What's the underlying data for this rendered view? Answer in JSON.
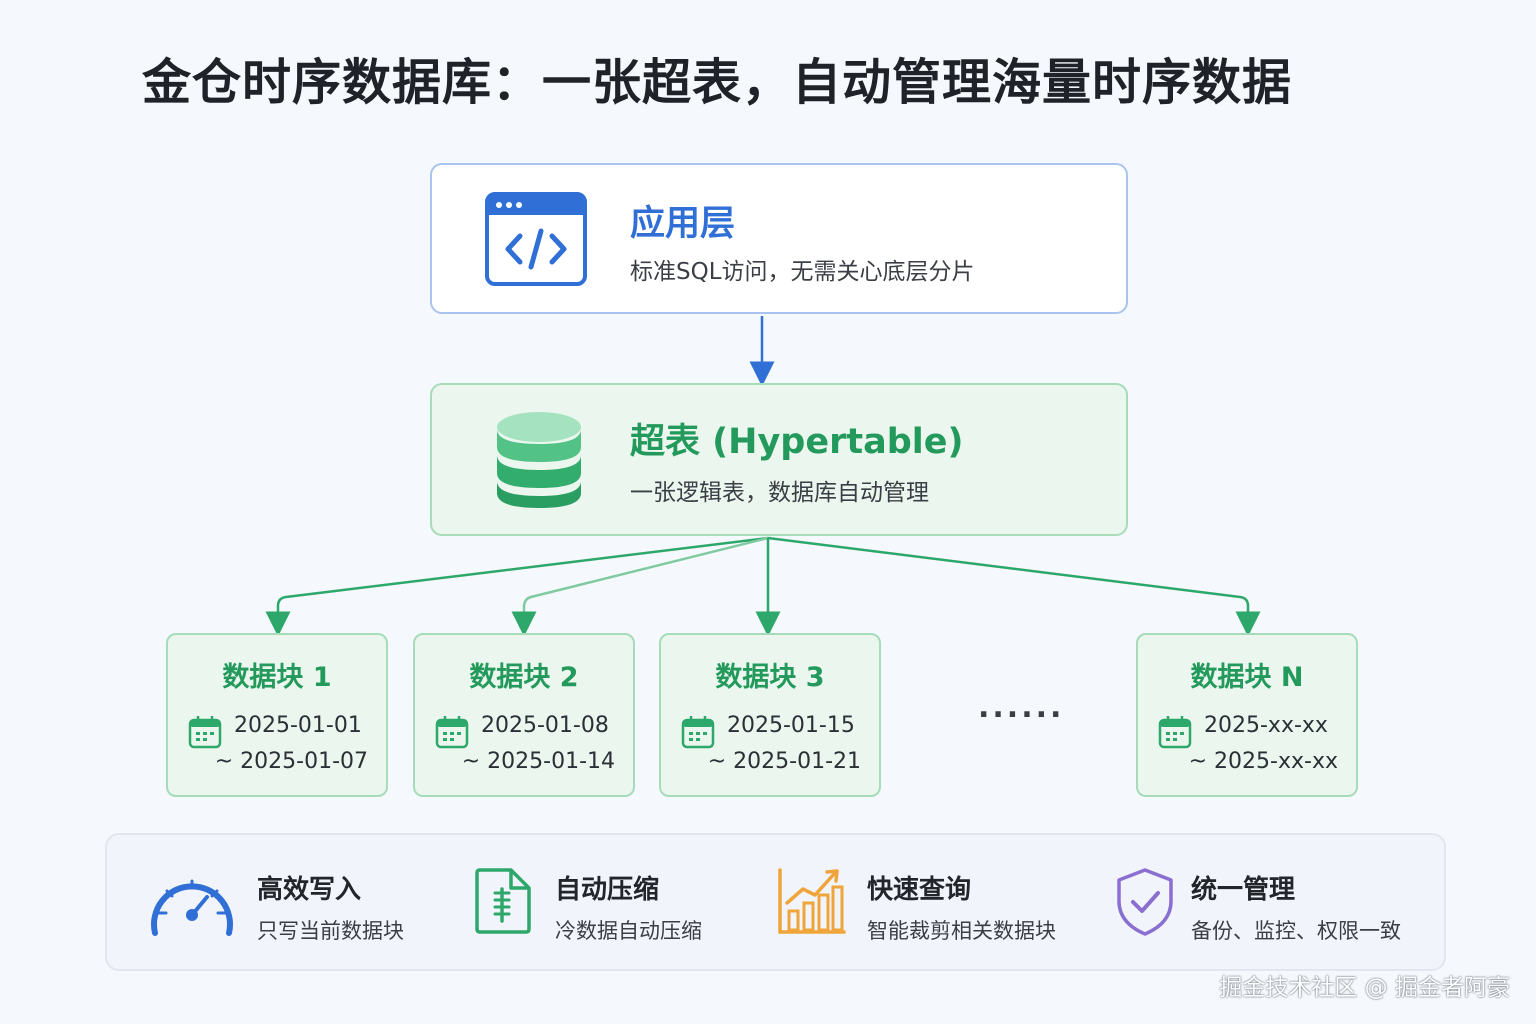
{
  "title": "金仓时序数据库：一张超表，自动管理海量时序数据",
  "app_layer": {
    "title": "应用层",
    "desc": "标准SQL访问，无需关心底层分片",
    "icon": "code-window-icon"
  },
  "hypertable": {
    "title": "超表 (Hypertable)",
    "desc": "一张逻辑表，数据库自动管理",
    "icon": "database-icon"
  },
  "chunks": [
    {
      "title": "数据块 1",
      "start": "2025-01-01",
      "end": "~ 2025-01-07"
    },
    {
      "title": "数据块 2",
      "start": "2025-01-08",
      "end": "~ 2025-01-14"
    },
    {
      "title": "数据块 3",
      "start": "2025-01-15",
      "end": "~ 2025-01-21"
    },
    {
      "title": "数据块 N",
      "start": "2025-xx-xx",
      "end": "~ 2025-xx-xx"
    }
  ],
  "ellipsis": "......",
  "features": [
    {
      "title": "高效写入",
      "desc": "只写当前数据块",
      "icon": "speedometer-icon",
      "color": "#2f6fd6"
    },
    {
      "title": "自动压缩",
      "desc": "冷数据自动压缩",
      "icon": "compress-file-icon",
      "color": "#2ea86a"
    },
    {
      "title": "快速查询",
      "desc": "智能裁剪相关数据块",
      "icon": "growth-chart-icon",
      "color": "#f0a53a"
    },
    {
      "title": "统一管理",
      "desc": "备份、监控、权限一致",
      "icon": "shield-check-icon",
      "color": "#8a6fd1"
    }
  ],
  "watermark": "掘金技术社区 @ 掘金者阿豪",
  "colors": {
    "blue": "#2f6fd6",
    "green": "#239a5c",
    "arrow_green": "#2ea86a"
  }
}
